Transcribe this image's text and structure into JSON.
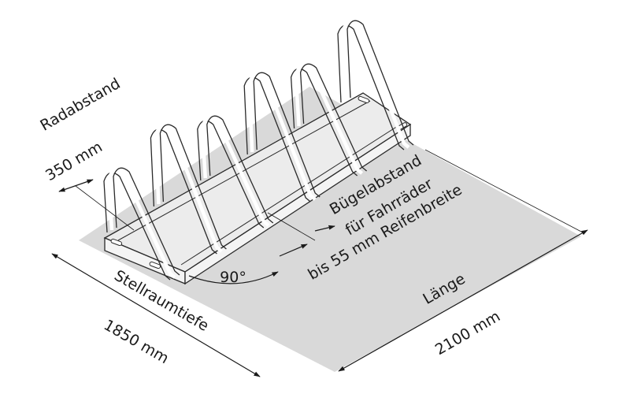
{
  "labels": {
    "wheel_spacing_title": "Radabstand",
    "wheel_spacing_value": "350 mm",
    "bracket_spacing_line1": "Bügelabstand",
    "bracket_spacing_line2": "für Fahrräder",
    "bracket_spacing_line3": "bis 55 mm Reifenbreite",
    "angle": "90°",
    "depth_title": "Stellraumtiefe",
    "depth_value": "1850 mm",
    "length_title": "Länge",
    "length_value": "2100 mm"
  },
  "rack": {
    "bracket_count": 6
  },
  "colors": {
    "floor_area": "#d9d9d9",
    "base_frame": "#e8e8e8",
    "outline": "#2a2a2a",
    "text": "#1a1a1a"
  }
}
